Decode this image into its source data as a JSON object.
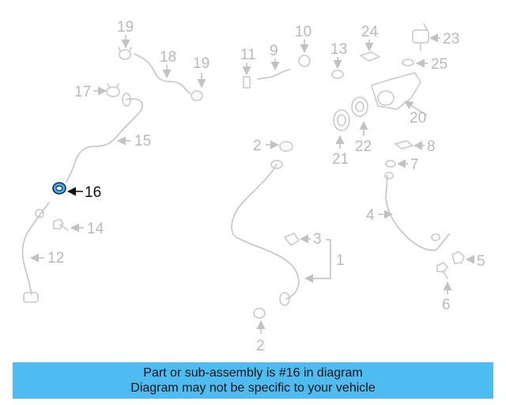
{
  "callouts": {
    "c1": "1",
    "c2a": "2",
    "c2b": "2",
    "c3": "3",
    "c4": "4",
    "c5": "5",
    "c6": "6",
    "c7": "7",
    "c8": "8",
    "c9": "9",
    "c10": "10",
    "c11": "11",
    "c12": "12",
    "c13": "13",
    "c14": "14",
    "c15": "15",
    "c16": "16",
    "c17": "17",
    "c18": "18",
    "c19a": "19",
    "c19b": "19",
    "c20": "20",
    "c21": "21",
    "c22": "22",
    "c23": "23",
    "c24": "24",
    "c25": "25"
  },
  "highlight": {
    "part": "16",
    "color": "#3fb6ee"
  },
  "banner": {
    "line1": "Part or sub-assembly is #16 in diagram",
    "line2": "Diagram may not be specific to your vehicle",
    "color": "#4dbcf0"
  }
}
